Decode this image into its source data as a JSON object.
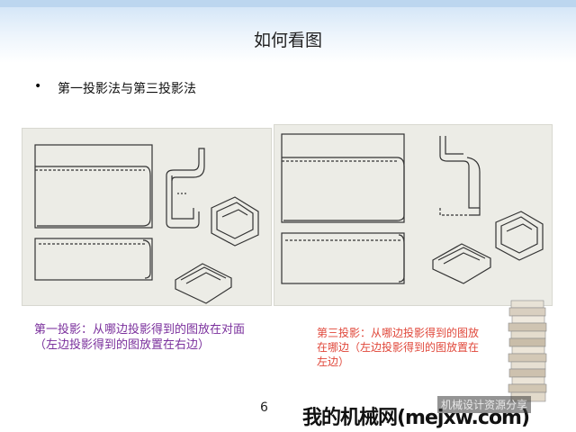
{
  "slide": {
    "title": "如何看图",
    "bullet": "第一投影法与第三投影法",
    "caption_left": "第一投影：从哪边投影得到的图放在对面（左边投影得到的图放置在右边）",
    "caption_right": "第三投影：从哪边投影得到的图放在哪边（左边投影得到的图放置在左边）",
    "page_number": "6",
    "watermark": "我的机械网(mejxw.com)",
    "badge": "机械设计资源分享"
  },
  "colors": {
    "caption_left": "#7a2f9c",
    "caption_right": "#e0473a",
    "panel_bg": "#ecece6"
  }
}
